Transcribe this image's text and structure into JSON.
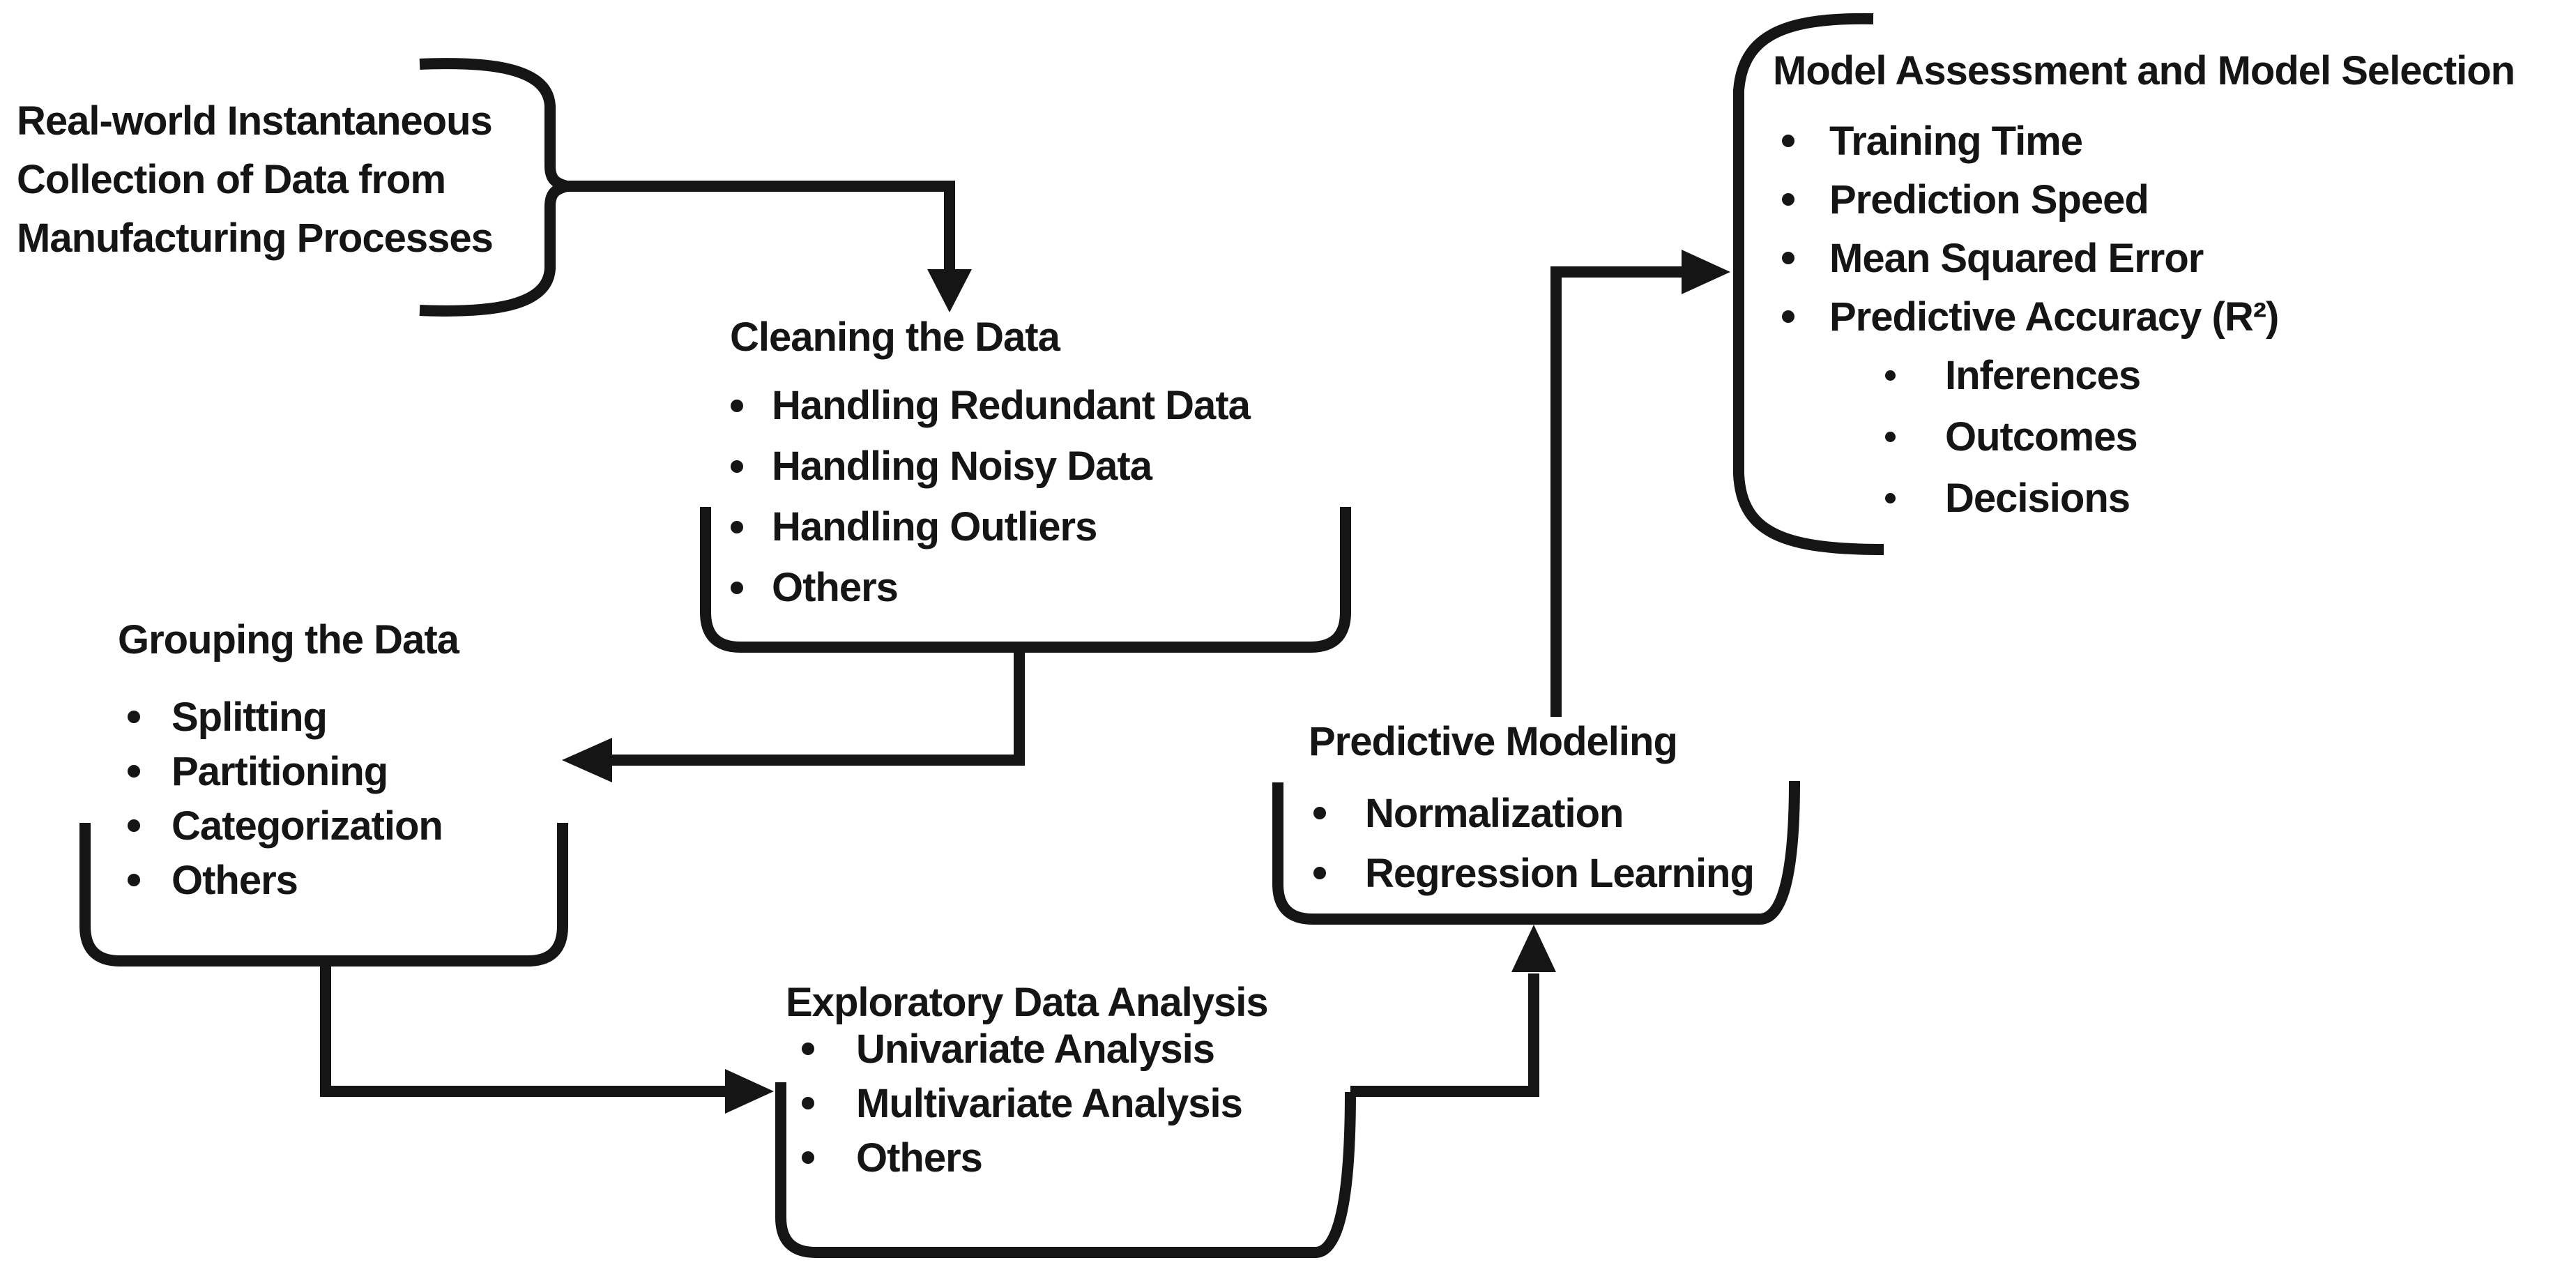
{
  "canvas": {
    "background_color": "#ffffff",
    "ink_color": "#151515",
    "description": "Flowchart of predictive modeling workflow for manufacturing data"
  },
  "blocks": {
    "source": {
      "lines": [
        "Real-world Instantaneous",
        "Collection of Data from",
        "Manufacturing Processes"
      ]
    },
    "cleaning": {
      "title": "Cleaning the Data",
      "items": [
        "Handling Redundant Data",
        "Handling Noisy Data",
        "Handling Outliers",
        "Others"
      ]
    },
    "grouping": {
      "title": "Grouping the Data",
      "items": [
        "Splitting",
        "Partitioning",
        "Categorization",
        "Others"
      ]
    },
    "eda": {
      "title": "Exploratory Data Analysis",
      "items": [
        "Univariate Analysis",
        "Multivariate Analysis",
        "Others"
      ]
    },
    "predictive": {
      "title": "Predictive Modeling",
      "items": [
        "Normalization",
        "Regression Learning"
      ]
    },
    "assessment": {
      "title": "Model Assessment and Model Selection",
      "items": [
        "Training Time",
        "Prediction Speed",
        "Mean Squared Error",
        "Predictive Accuracy (R²)"
      ],
      "subitems": [
        "Inferences",
        "Outcomes",
        "Decisions"
      ]
    }
  }
}
